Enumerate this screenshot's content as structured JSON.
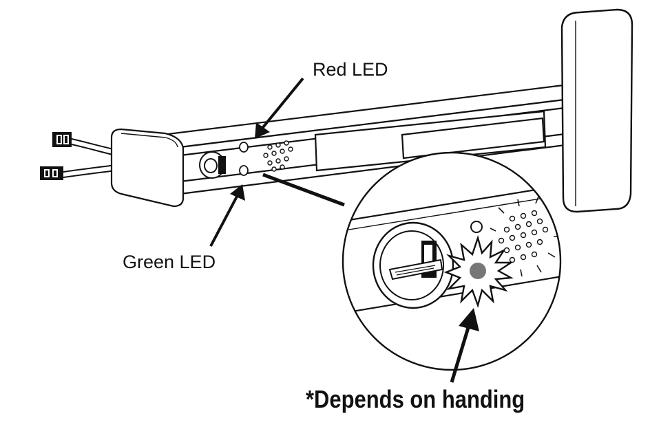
{
  "labels": {
    "red_led": "Red LED",
    "green_led": "Green LED",
    "handing_note": "*Depends on handing"
  }
}
